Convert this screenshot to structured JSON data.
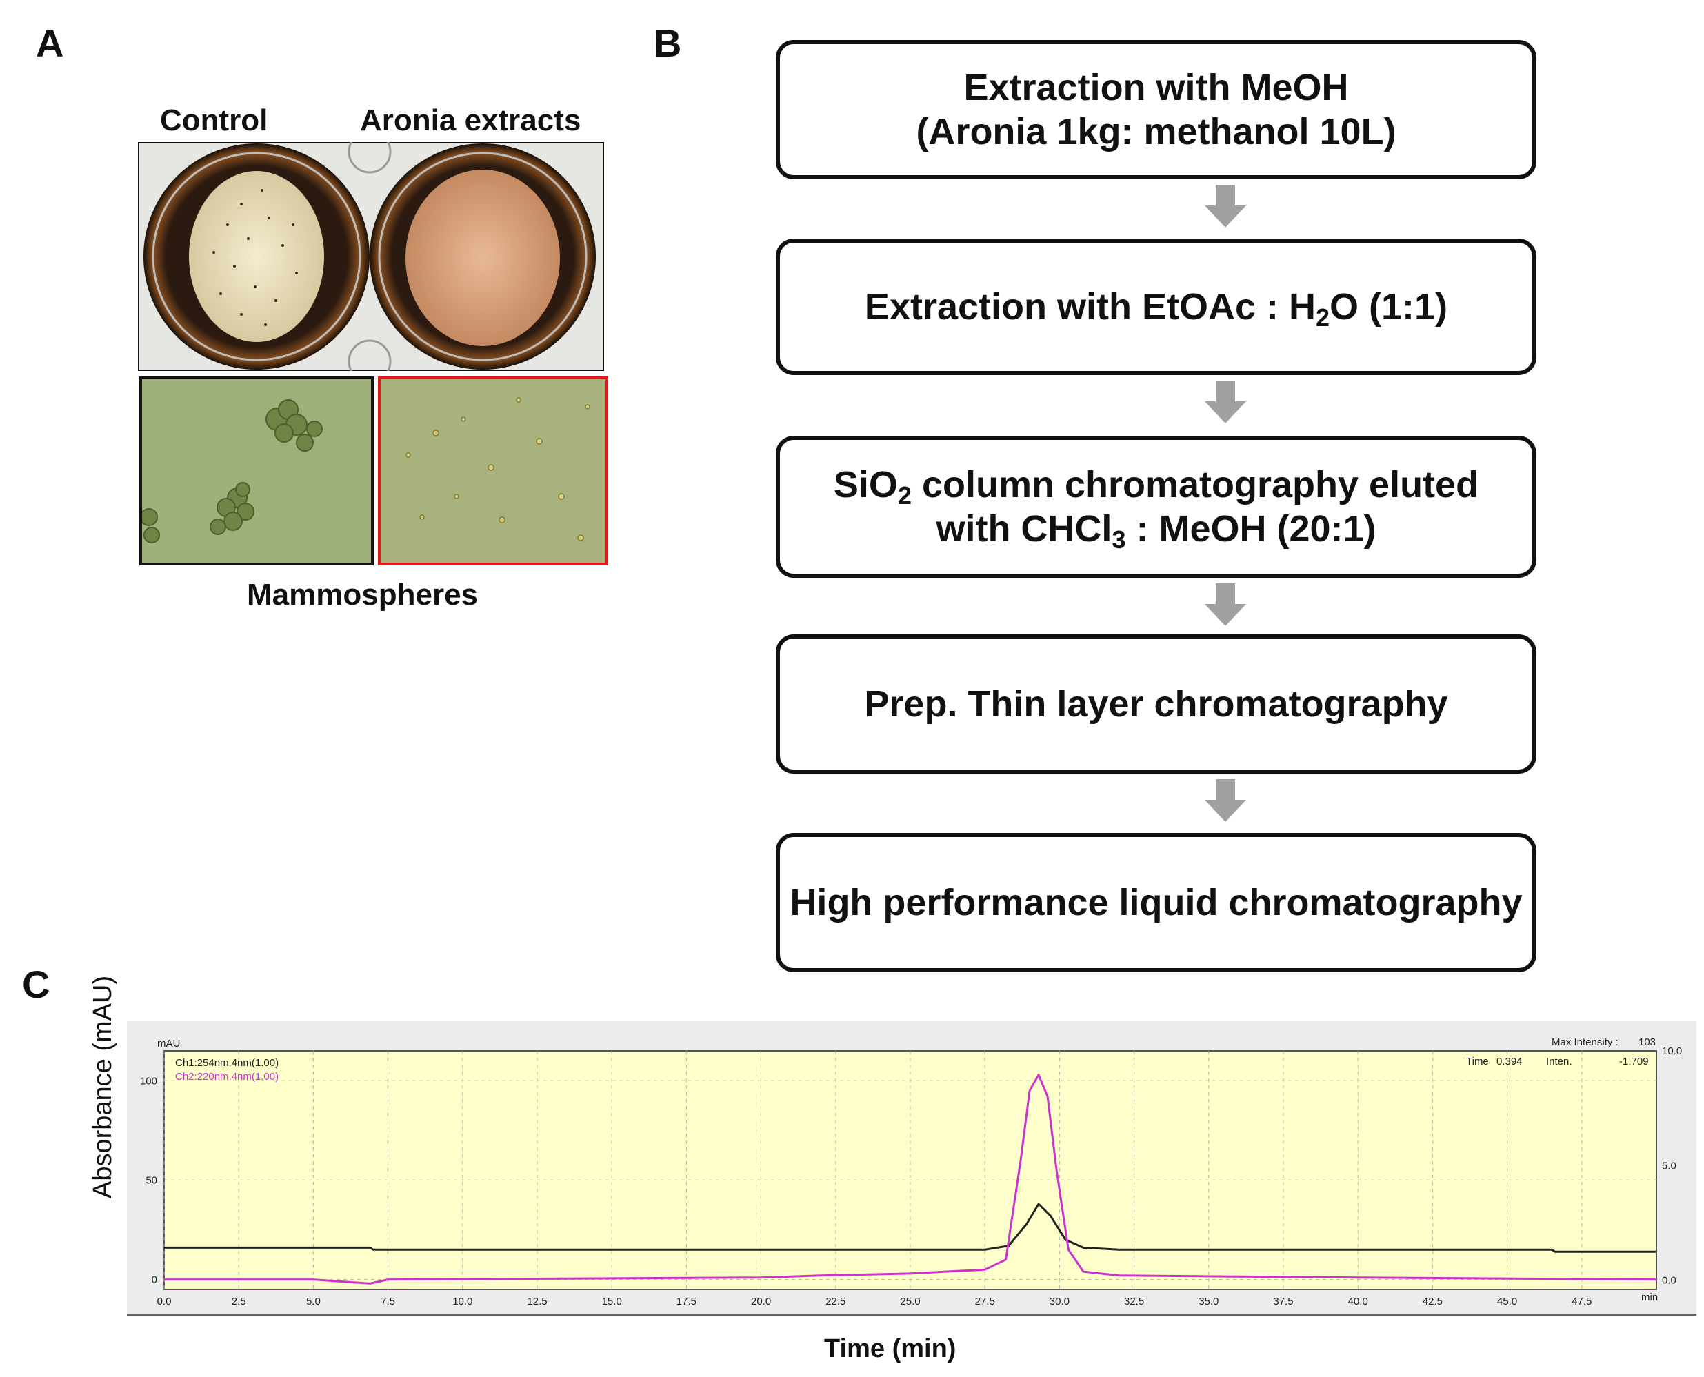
{
  "panels": {
    "a_letter": "A",
    "b_letter": "B",
    "c_letter": "C"
  },
  "panel_a": {
    "label_control": "Control",
    "label_aronia": "Aronia extracts",
    "caption": "Mammospheres",
    "colors": {
      "control_frame": "#111111",
      "aronia_frame": "#e0191b",
      "micro_bg": "#9fb07a"
    }
  },
  "panel_b": {
    "steps": [
      {
        "line1": "Extraction with MeOH",
        "line2": "(Aronia 1kg: methanol 10L)"
      },
      {
        "pre": "Extraction with EtOAc : H",
        "sub": "2",
        "post": "O (1:1)"
      },
      {
        "pre": "SiO",
        "sub": "2",
        "post": " column chromatography eluted",
        "line2_pre": "with CHCl",
        "line2_sub": "3",
        "line2_post": " : MeOH (20:1)"
      },
      {
        "line1": "Prep. Thin layer chromatography"
      },
      {
        "line1": "High performance liquid chromatography"
      }
    ],
    "arrow_color": "#a0a0a0"
  },
  "panel_c": {
    "ylabel": "Absorbance (mAU)",
    "xlabel": "Time (min)",
    "unit_top": "mAU",
    "unit_x": "min",
    "max_intensity_label": "Max Intensity :",
    "max_intensity_value": "103",
    "time_label": "Time",
    "time_value": "0.394",
    "inten_label": "Inten.",
    "inten_value": "-1.709",
    "legend_ch1": "Ch1:254nm,4nm(1.00)",
    "legend_ch2": "Ch2:220nm,4nm(1.00)",
    "colors": {
      "plot_bg": "#ffffcc",
      "frame_bg": "#ececec",
      "ch1": "#222222",
      "ch2": "#cc33cc",
      "grid": "#b8b8a0"
    }
  },
  "chart_data": {
    "type": "line",
    "xlim": [
      0,
      50
    ],
    "ylim": [
      -5,
      115
    ],
    "y2lim": [
      -0.4,
      10.0
    ],
    "x_ticks": [
      "0.0",
      "2.5",
      "5.0",
      "7.5",
      "10.0",
      "12.5",
      "15.0",
      "17.5",
      "20.0",
      "22.5",
      "25.0",
      "27.5",
      "30.0",
      "32.5",
      "35.0",
      "37.5",
      "40.0",
      "42.5",
      "45.0",
      "47.5"
    ],
    "y_ticks": [
      "0",
      "50",
      "100"
    ],
    "y2_ticks": [
      "0.0",
      "5.0",
      "10.0"
    ],
    "grid": true,
    "series": [
      {
        "name": "Ch1:254nm,4nm(1.00)",
        "x": [
          0,
          6.9,
          7.0,
          7.2,
          20,
          27.5,
          28.3,
          28.9,
          29.3,
          29.7,
          30.2,
          30.8,
          32,
          46.5,
          46.6,
          50
        ],
        "y": [
          16,
          16,
          15,
          15,
          15,
          15,
          17,
          28,
          38,
          32,
          20,
          16,
          15,
          15,
          14,
          14
        ]
      },
      {
        "name": "Ch2:220nm,4nm(1.00)",
        "x": [
          0,
          5,
          6.9,
          7.5,
          20,
          22,
          25,
          27.5,
          28.2,
          28.7,
          29.0,
          29.3,
          29.6,
          29.9,
          30.3,
          30.8,
          32,
          40,
          50
        ],
        "y": [
          0,
          0,
          -2,
          0,
          1,
          2,
          3,
          5,
          10,
          60,
          95,
          103,
          92,
          55,
          15,
          4,
          2,
          1,
          0
        ]
      }
    ]
  }
}
